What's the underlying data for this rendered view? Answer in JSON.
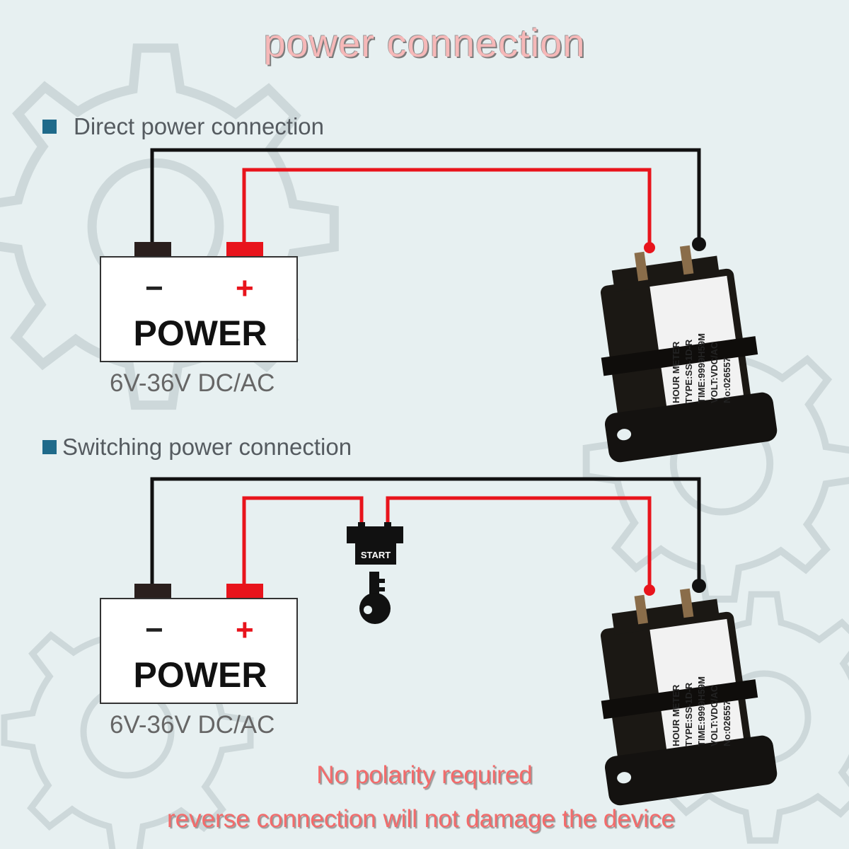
{
  "title": "power connection",
  "sections": [
    {
      "label": "Direct power connection",
      "power": {
        "minus": "−",
        "plus": "+",
        "word": "POWER",
        "voltage": "6V-36V DC/AC"
      }
    },
    {
      "label": "Switching power connection",
      "power": {
        "minus": "−",
        "plus": "+",
        "word": "POWER",
        "voltage": "6V-36V DC/AC"
      },
      "switch_label": "START"
    }
  ],
  "meter_label_lines": [
    "HOUR METER",
    "TYPE:SS-1D-R",
    "TIME:9999H59M",
    "VOLT:VDC/AC",
    "No:026557"
  ],
  "notes": [
    "No polarity required",
    "reverse connection will not damage the device"
  ],
  "colors": {
    "wire_positive": "#e8141c",
    "wire_negative": "#111111",
    "bullet": "#1f6a8a",
    "note": "#f36b6b"
  },
  "icons": [
    "gear-icon",
    "key-icon",
    "hour-meter-icon"
  ]
}
